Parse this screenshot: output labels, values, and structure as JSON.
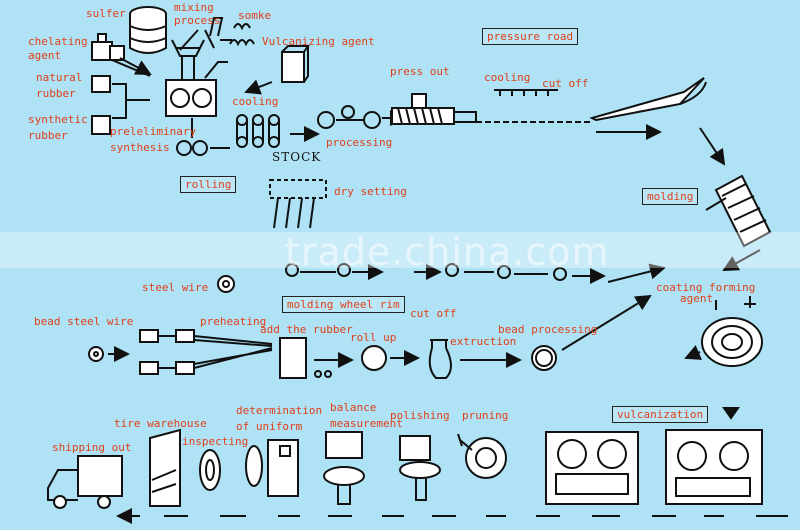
{
  "diagram": {
    "labels": {
      "sulfer": "sulfer",
      "mixing": "mixing",
      "process": "process",
      "somke": "somke",
      "chelating": "chelating",
      "agent": "agent",
      "vulcanizing_agent": "Vulcanizing agent",
      "natural": "natural",
      "rubber1": "rubber",
      "synthetic": "synthetic",
      "rubber2": "rubber",
      "pressure_road": "pressure road",
      "press_out": "press out",
      "cooling_top": "cooling",
      "cut_off_top": "cut off",
      "cooling_mid": "cooling",
      "processing": "processing",
      "preliminary": "preleliminary",
      "synthesis": "synthesis",
      "stock": "STOCK",
      "rolling": "rolling",
      "dry_setting": "dry setting",
      "molding": "molding",
      "steel_wire": "steel wire",
      "molding_wheel_rim": "molding wheel rim",
      "coating_forming": "coating forming",
      "coating_agent": "agent",
      "bead_steel_wire": "bead steel wire",
      "preheating": "preheating",
      "add_the_rubber": "add the rubber",
      "cut_off_mid": "cut off",
      "roll_up": "roll up",
      "extruction": "extruction",
      "bead_processing": "bead processing",
      "vulcanization": "vulcanization",
      "tire_warehouse": "tire warehouse",
      "determination_of": "determination",
      "determination_uniform": "of uniform",
      "balance": "balance",
      "measurement": "measurement",
      "polishing": "polishing",
      "pruning": "pruning",
      "inspecting": "inspecting",
      "shipping_out": "shipping out"
    },
    "watermark": "trade.china.com",
    "colors": {
      "background": "#aee2f4",
      "label": "#e0401a",
      "line": "#111111"
    }
  }
}
